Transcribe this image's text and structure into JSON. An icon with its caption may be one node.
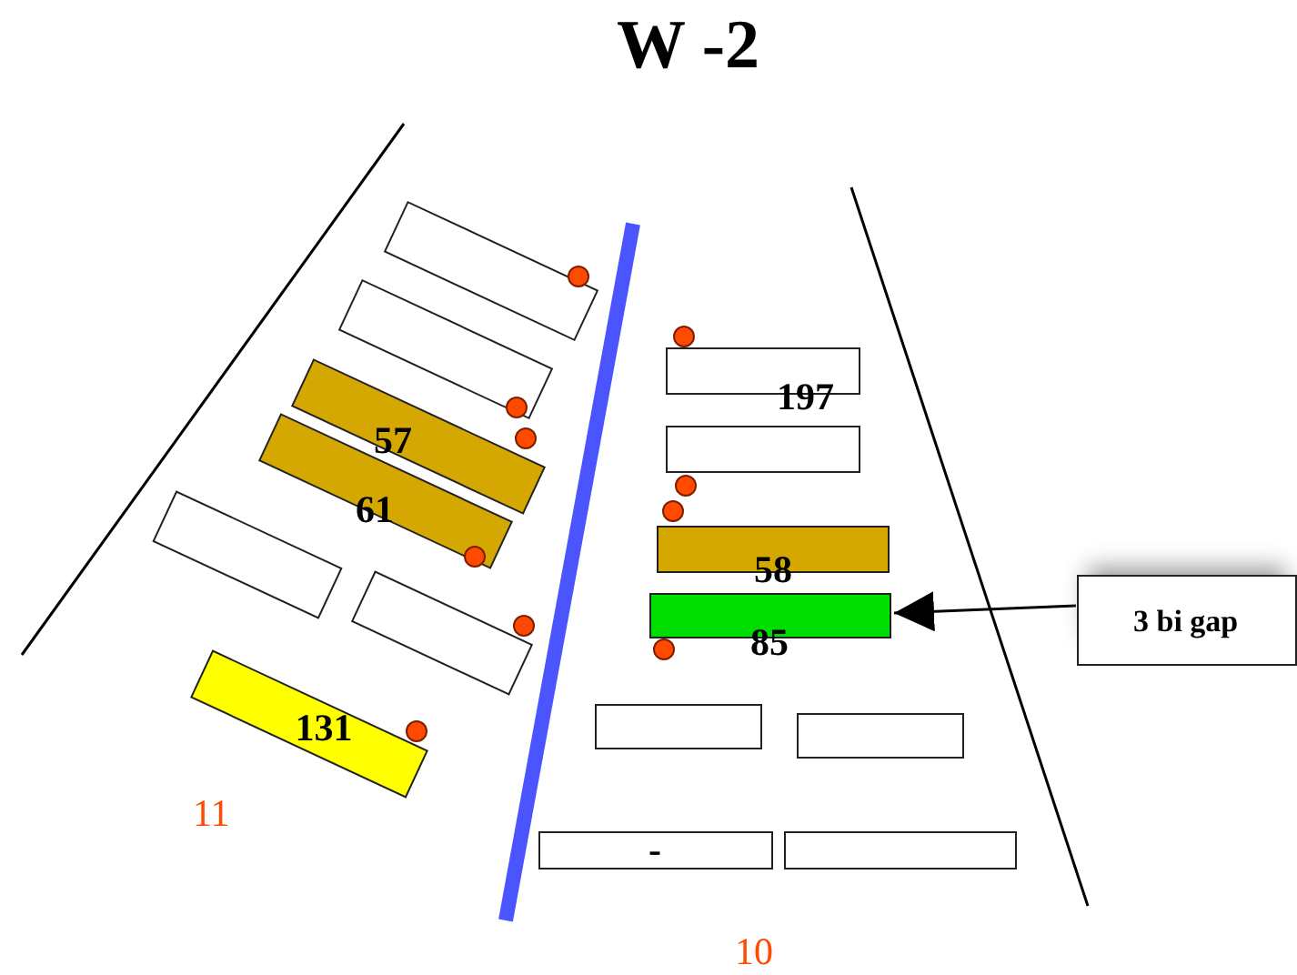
{
  "diagram": {
    "title": "W -2",
    "nodes": [
      {
        "text": [],
        "shape": "box"
      },
      {
        "text": [],
        "shape": "box"
      },
      {
        "text": [
          "57"
        ]
      },
      {
        "text": [
          "61"
        ]
      },
      {
        "text": [],
        "shape": "box"
      },
      {
        "text": [],
        "shape": "box"
      },
      {
        "text": [
          "131"
        ]
      },
      {
        "text": [
          "197"
        ]
      },
      {
        "text": [],
        "shape": "box"
      },
      {
        "text": [
          "58"
        ]
      },
      {
        "text": [
          "85"
        ]
      },
      {
        "text": [],
        "shape": "box"
      },
      {
        "text": [],
        "shape": "box"
      },
      {
        "text": [
          "-"
        ]
      },
      {
        "text": [],
        "shape": "box"
      },
      {
        "text": [
          "3 bi gap"
        ]
      }
    ],
    "edges": [
      {
        "from": 15,
        "to": 10,
        "arrow": "to"
      }
    ],
    "labels": [
      "11",
      "10"
    ]
  }
}
